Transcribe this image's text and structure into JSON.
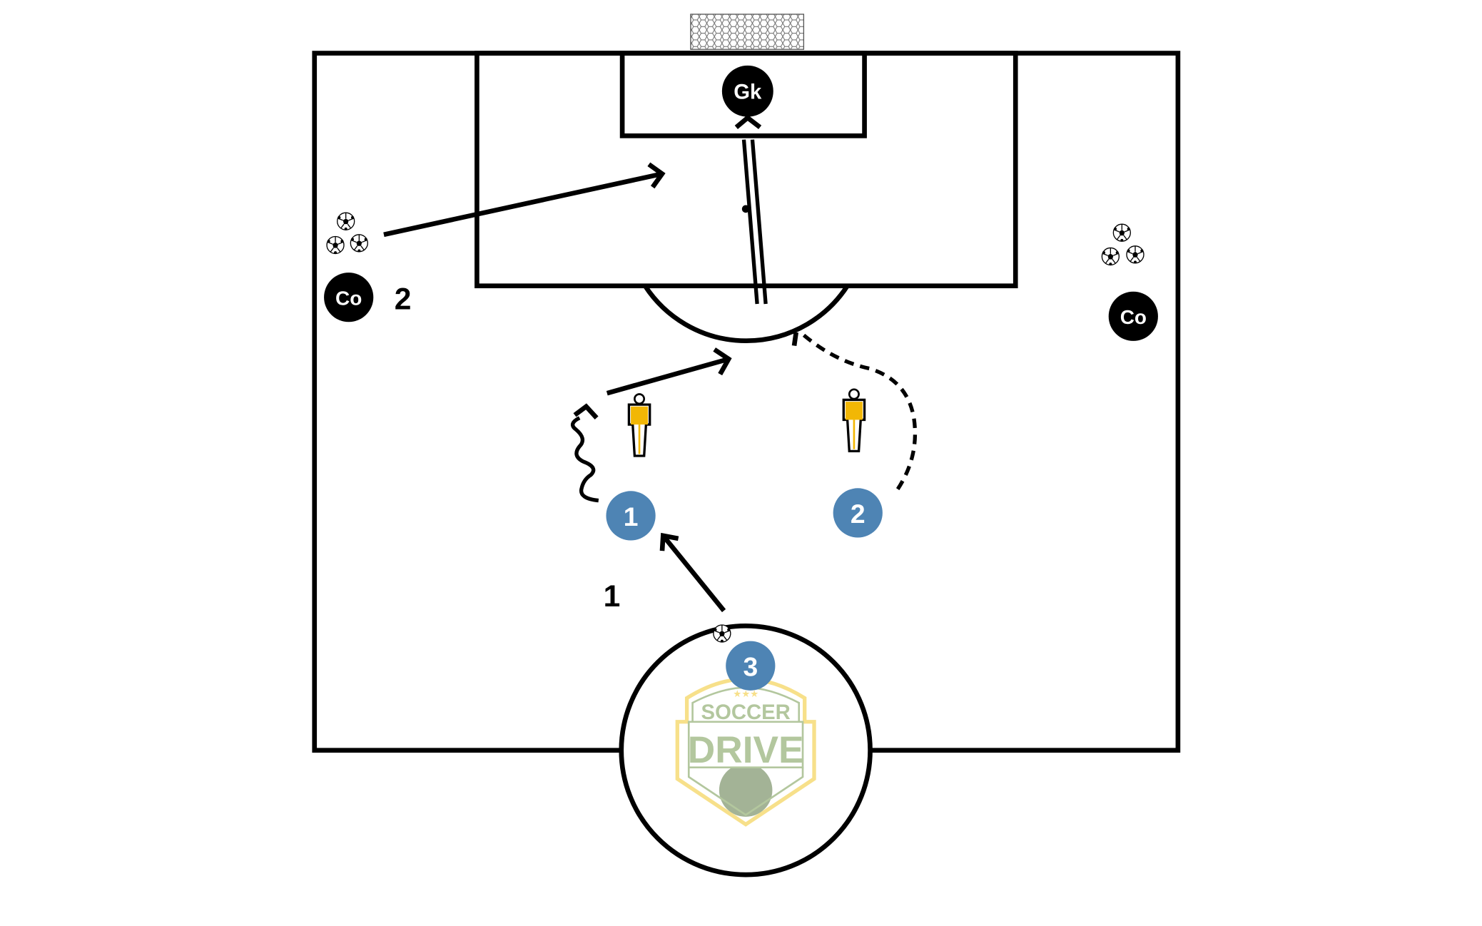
{
  "labels": {
    "goalkeeper": "Gk",
    "coach_left": "Co",
    "coach_right": "Co",
    "player_1": "1",
    "player_2": "2",
    "player_3": "3",
    "sequence_1": "1",
    "sequence_2": "2"
  },
  "logo": {
    "top": "SOCCER",
    "bottom": "DRIVE"
  },
  "colors": {
    "player": "#4e84b4",
    "coach": "#000000",
    "mannequin": "#f2b705",
    "logo_green": "#b3c79e",
    "logo_yellow": "#f7e08a"
  }
}
